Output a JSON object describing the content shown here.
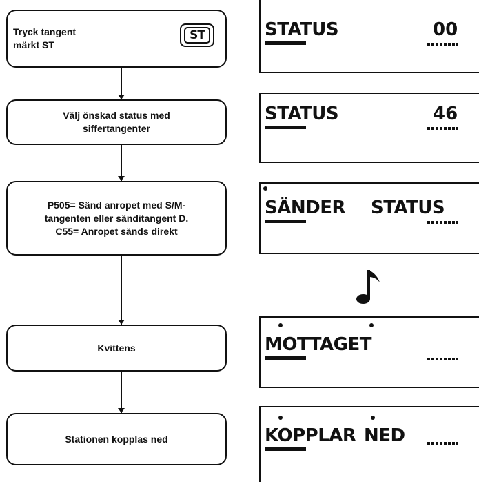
{
  "steps": [
    {
      "line1": "Tryck tangent",
      "line2": "märkt ST",
      "key_label": "ST"
    },
    {
      "line1": "Välj önskad status med",
      "line2": "siffertangenter"
    },
    {
      "line1": "P505= Sänd anropet med S/M-",
      "line2": "tangenten eller sänditangent D.",
      "line3": "C55= Anropet sänds direkt"
    },
    {
      "line1": "Kvittens"
    },
    {
      "line1": "Stationen kopplas ned"
    }
  ],
  "displays": [
    {
      "word": "STATUS",
      "value": "00"
    },
    {
      "word": "STATUS",
      "value": "46"
    },
    {
      "word1": "SÄNDER",
      "word2": "STATUS"
    },
    {
      "word": "MOTTAGET"
    },
    {
      "word1": "KOPPLAR",
      "word2": "NED"
    }
  ],
  "icons": {
    "key": "st-key-icon",
    "tone": "music-note-icon"
  }
}
